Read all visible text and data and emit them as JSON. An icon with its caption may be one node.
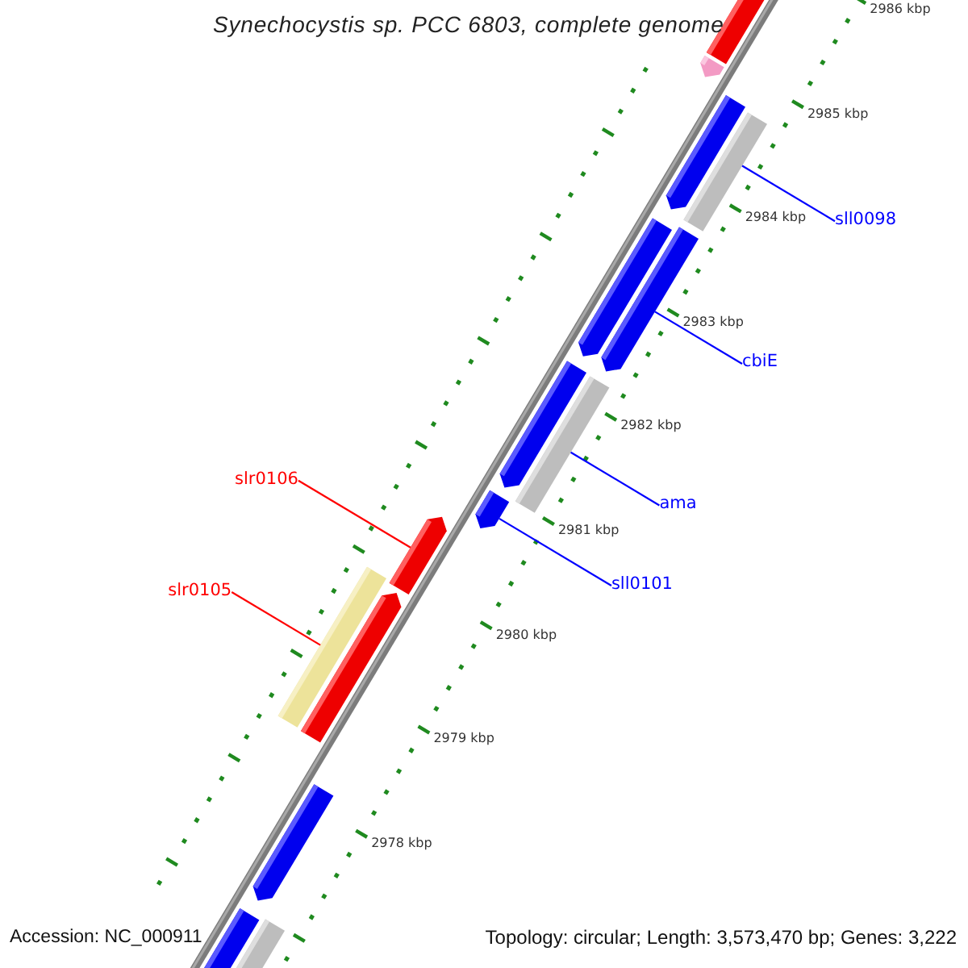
{
  "diagram": {
    "title": "Synechocystis sp. PCC 6803, complete genome",
    "nodes": [
      {
        "text": [],
        "shape": "arrow"
      },
      {
        "text": [],
        "shape": "arrow"
      },
      {
        "text": [],
        "shape": "arrow"
      },
      {
        "text": [],
        "shape": "bar"
      },
      {
        "text": [
          "sll0098"
        ]
      },
      {
        "text": [],
        "shape": "arrow"
      },
      {
        "text": [],
        "shape": "arrow"
      },
      {
        "text": [
          "cbiE"
        ]
      },
      {
        "text": [],
        "shape": "arrow"
      },
      {
        "text": [],
        "shape": "bar"
      },
      {
        "text": [
          "slr0106"
        ]
      },
      {
        "text": [
          "ama"
        ]
      },
      {
        "text": [],
        "shape": "arrow"
      },
      {
        "text": [],
        "shape": "arrow"
      },
      {
        "text": [
          "sll0101"
        ]
      },
      {
        "text": [
          "slr0105"
        ]
      },
      {
        "text": [],
        "shape": "bar"
      },
      {
        "text": [],
        "shape": "arrow"
      },
      {
        "text": [],
        "shape": "arrow"
      },
      {
        "text": [],
        "shape": "arrow"
      },
      {
        "text": [],
        "shape": "bar"
      }
    ],
    "edges": [
      {
        "from": 4,
        "to": 3,
        "arrow": "none"
      },
      {
        "from": 7,
        "to": 6,
        "arrow": "none"
      },
      {
        "from": 10,
        "to": 12,
        "arrow": "none",
        "color": "#ff0000"
      },
      {
        "from": 11,
        "to": 9,
        "arrow": "none"
      },
      {
        "from": 14,
        "to": 13,
        "arrow": "none"
      },
      {
        "from": 15,
        "to": 16,
        "arrow": "none",
        "color": "#ff0000"
      }
    ],
    "labels": [
      "2986 kbp",
      "2985 kbp",
      "2984 kbp",
      "2983 kbp",
      "2982 kbp",
      "2981 kbp",
      "2980 kbp",
      "2979 kbp",
      "2978 kbp",
      "Accession: NC_000911",
      "Topology: circular; Length: 3,573,470 bp; Genes: 3,222"
    ]
  }
}
